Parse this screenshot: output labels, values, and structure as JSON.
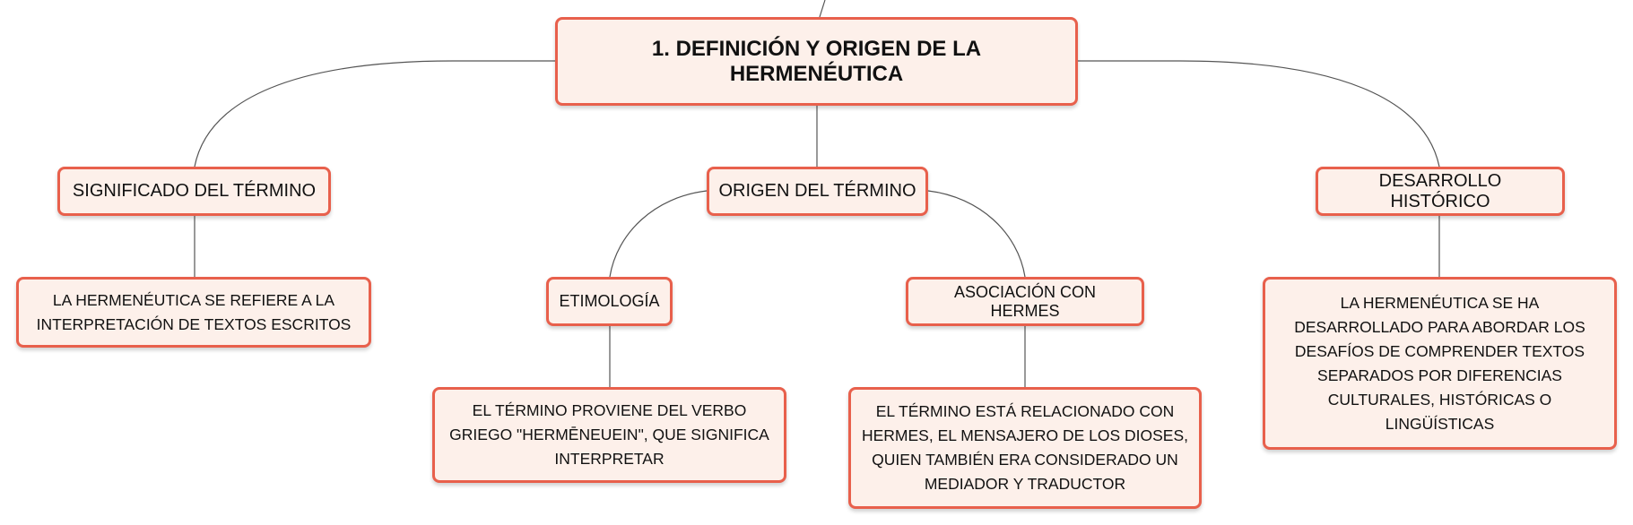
{
  "map": {
    "root": "1. DEFINICIÓN Y ORIGEN DE LA HERMENÉUTICA",
    "branches": {
      "significado": {
        "title": "SIGNIFICADO DEL TÉRMINO",
        "detail": "LA HERMENÉUTICA SE REFIERE A LA INTERPRETACIÓN DE TEXTOS ESCRITOS"
      },
      "origen": {
        "title": "ORIGEN DEL TÉRMINO",
        "etimologia": {
          "title": "ETIMOLOGÍA",
          "detail": "EL TÉRMINO PROVIENE DEL VERBO GRIEGO \"HERMĒNEUEIN\", QUE SIGNIFICA INTERPRETAR"
        },
        "hermes": {
          "title": "ASOCIACIÓN CON HERMES",
          "detail": "EL TÉRMINO ESTÁ RELACIONADO CON HERMES, EL MENSAJERO DE LOS DIOSES, QUIEN TAMBIÉN ERA CONSIDERADO UN MEDIADOR Y TRADUCTOR"
        }
      },
      "desarrollo": {
        "title": "DESARROLLO HISTÓRICO",
        "detail": "LA HERMENÉUTICA SE HA DESARROLLADO PARA ABORDAR LOS DESAFÍOS DE COMPRENDER TEXTOS SEPARADOS POR DIFERENCIAS CULTURALES, HISTÓRICAS O LINGÜÍSTICAS"
      }
    }
  },
  "colors": {
    "node_fill": "#fdf0ea",
    "node_border": "#e8604c",
    "connector": "#555555"
  }
}
